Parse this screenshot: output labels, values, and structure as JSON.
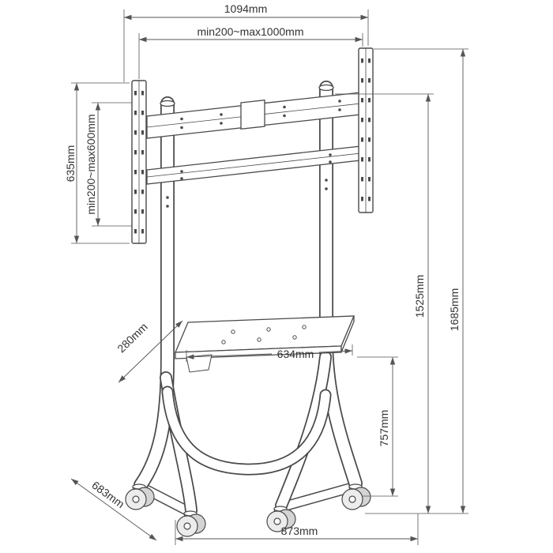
{
  "diagram": {
    "labels": {
      "top_width": "1094mm",
      "vesa_width": "min200~max1000mm",
      "bracket_height": "635mm",
      "vesa_height": "min200~max600mm",
      "shelf_depth": "280mm",
      "shelf_width": "634mm",
      "column_height": "1525mm",
      "total_height": "1685mm",
      "lower_height": "757mm",
      "base_depth": "683mm",
      "base_width": "873mm"
    },
    "colors": {
      "line": "#4a4a4a",
      "dimension": "#555555",
      "text": "#333333",
      "background": "#ffffff"
    }
  }
}
